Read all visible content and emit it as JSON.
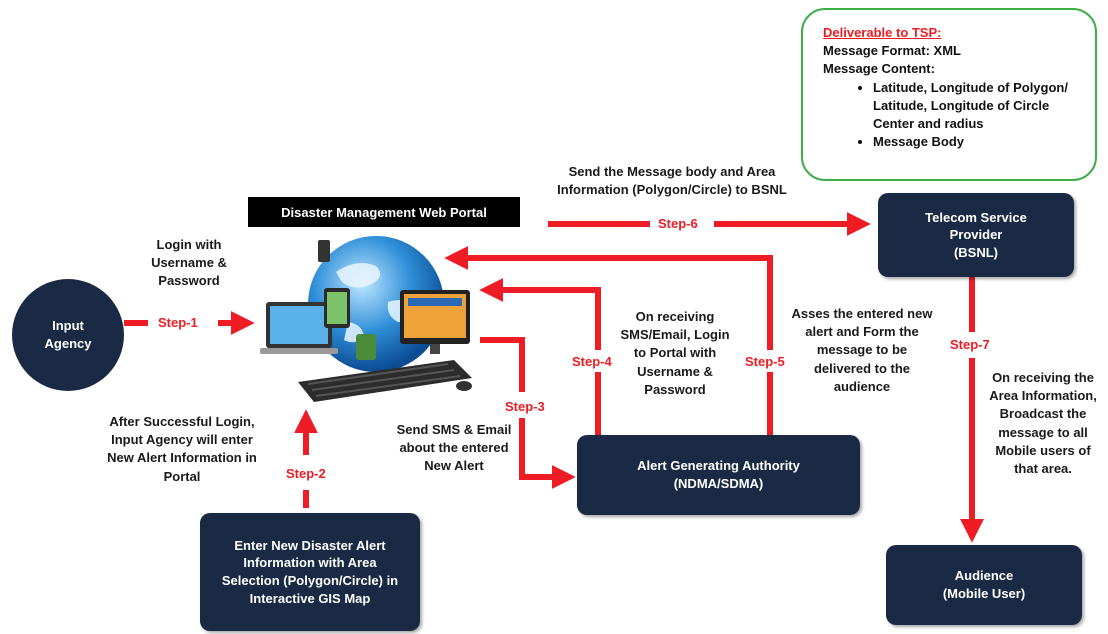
{
  "deliverable": {
    "title": "Deliverable to TSP:",
    "format": "Message Format: XML",
    "content_label": "Message Content:",
    "bullets": [
      "Latitude, Longitude  of Polygon/ Latitude, Longitude of Circle Center and radius",
      "Message Body"
    ]
  },
  "portal_label": "Disaster Management Web Portal",
  "nodes": {
    "input_agency": [
      "Input",
      "Agency"
    ],
    "telecom": [
      "Telecom Service",
      "Provider",
      "(BSNL)"
    ],
    "alert_authority": [
      "Alert Generating Authority",
      "(NDMA/SDMA)"
    ],
    "enter_alert": [
      "Enter New Disaster Alert",
      "Information with Area",
      "Selection (Polygon/Circle) in",
      "Interactive GIS Map"
    ],
    "audience": [
      "Audience",
      "(Mobile User)"
    ]
  },
  "texts": {
    "login": [
      "Login with",
      "Username &",
      "Password"
    ],
    "after_login": [
      "After Successful Login,",
      "Input Agency will enter",
      "New Alert Information in",
      "Portal"
    ],
    "send_message": [
      "Send the Message body and Area",
      "Information (Polygon/Circle) to BSNL"
    ],
    "on_receiving_sms": [
      "On receiving",
      "SMS/Email, Login",
      "to Portal with",
      "Username &",
      "Password"
    ],
    "asses": [
      "Asses the entered new",
      "alert and Form the",
      "message to be",
      "delivered to the",
      "audience"
    ],
    "send_sms": [
      "Send SMS & Email",
      "about the entered",
      "New Alert"
    ],
    "broadcast": [
      "On receiving the",
      "Area Information,",
      "Broadcast the",
      "message to all",
      "Mobile users of",
      "that area."
    ]
  },
  "steps": {
    "s1": "Step-1",
    "s2": "Step-2",
    "s3": "Step-3",
    "s4": "Step-4",
    "s5": "Step-5",
    "s6": "Step-6",
    "s7": "Step-7"
  },
  "colors": {
    "node_fill": "#1b2a44",
    "arrow": "#ee1c24",
    "step_text": "#ee1c24",
    "deliverable_border": "#3fae49"
  }
}
